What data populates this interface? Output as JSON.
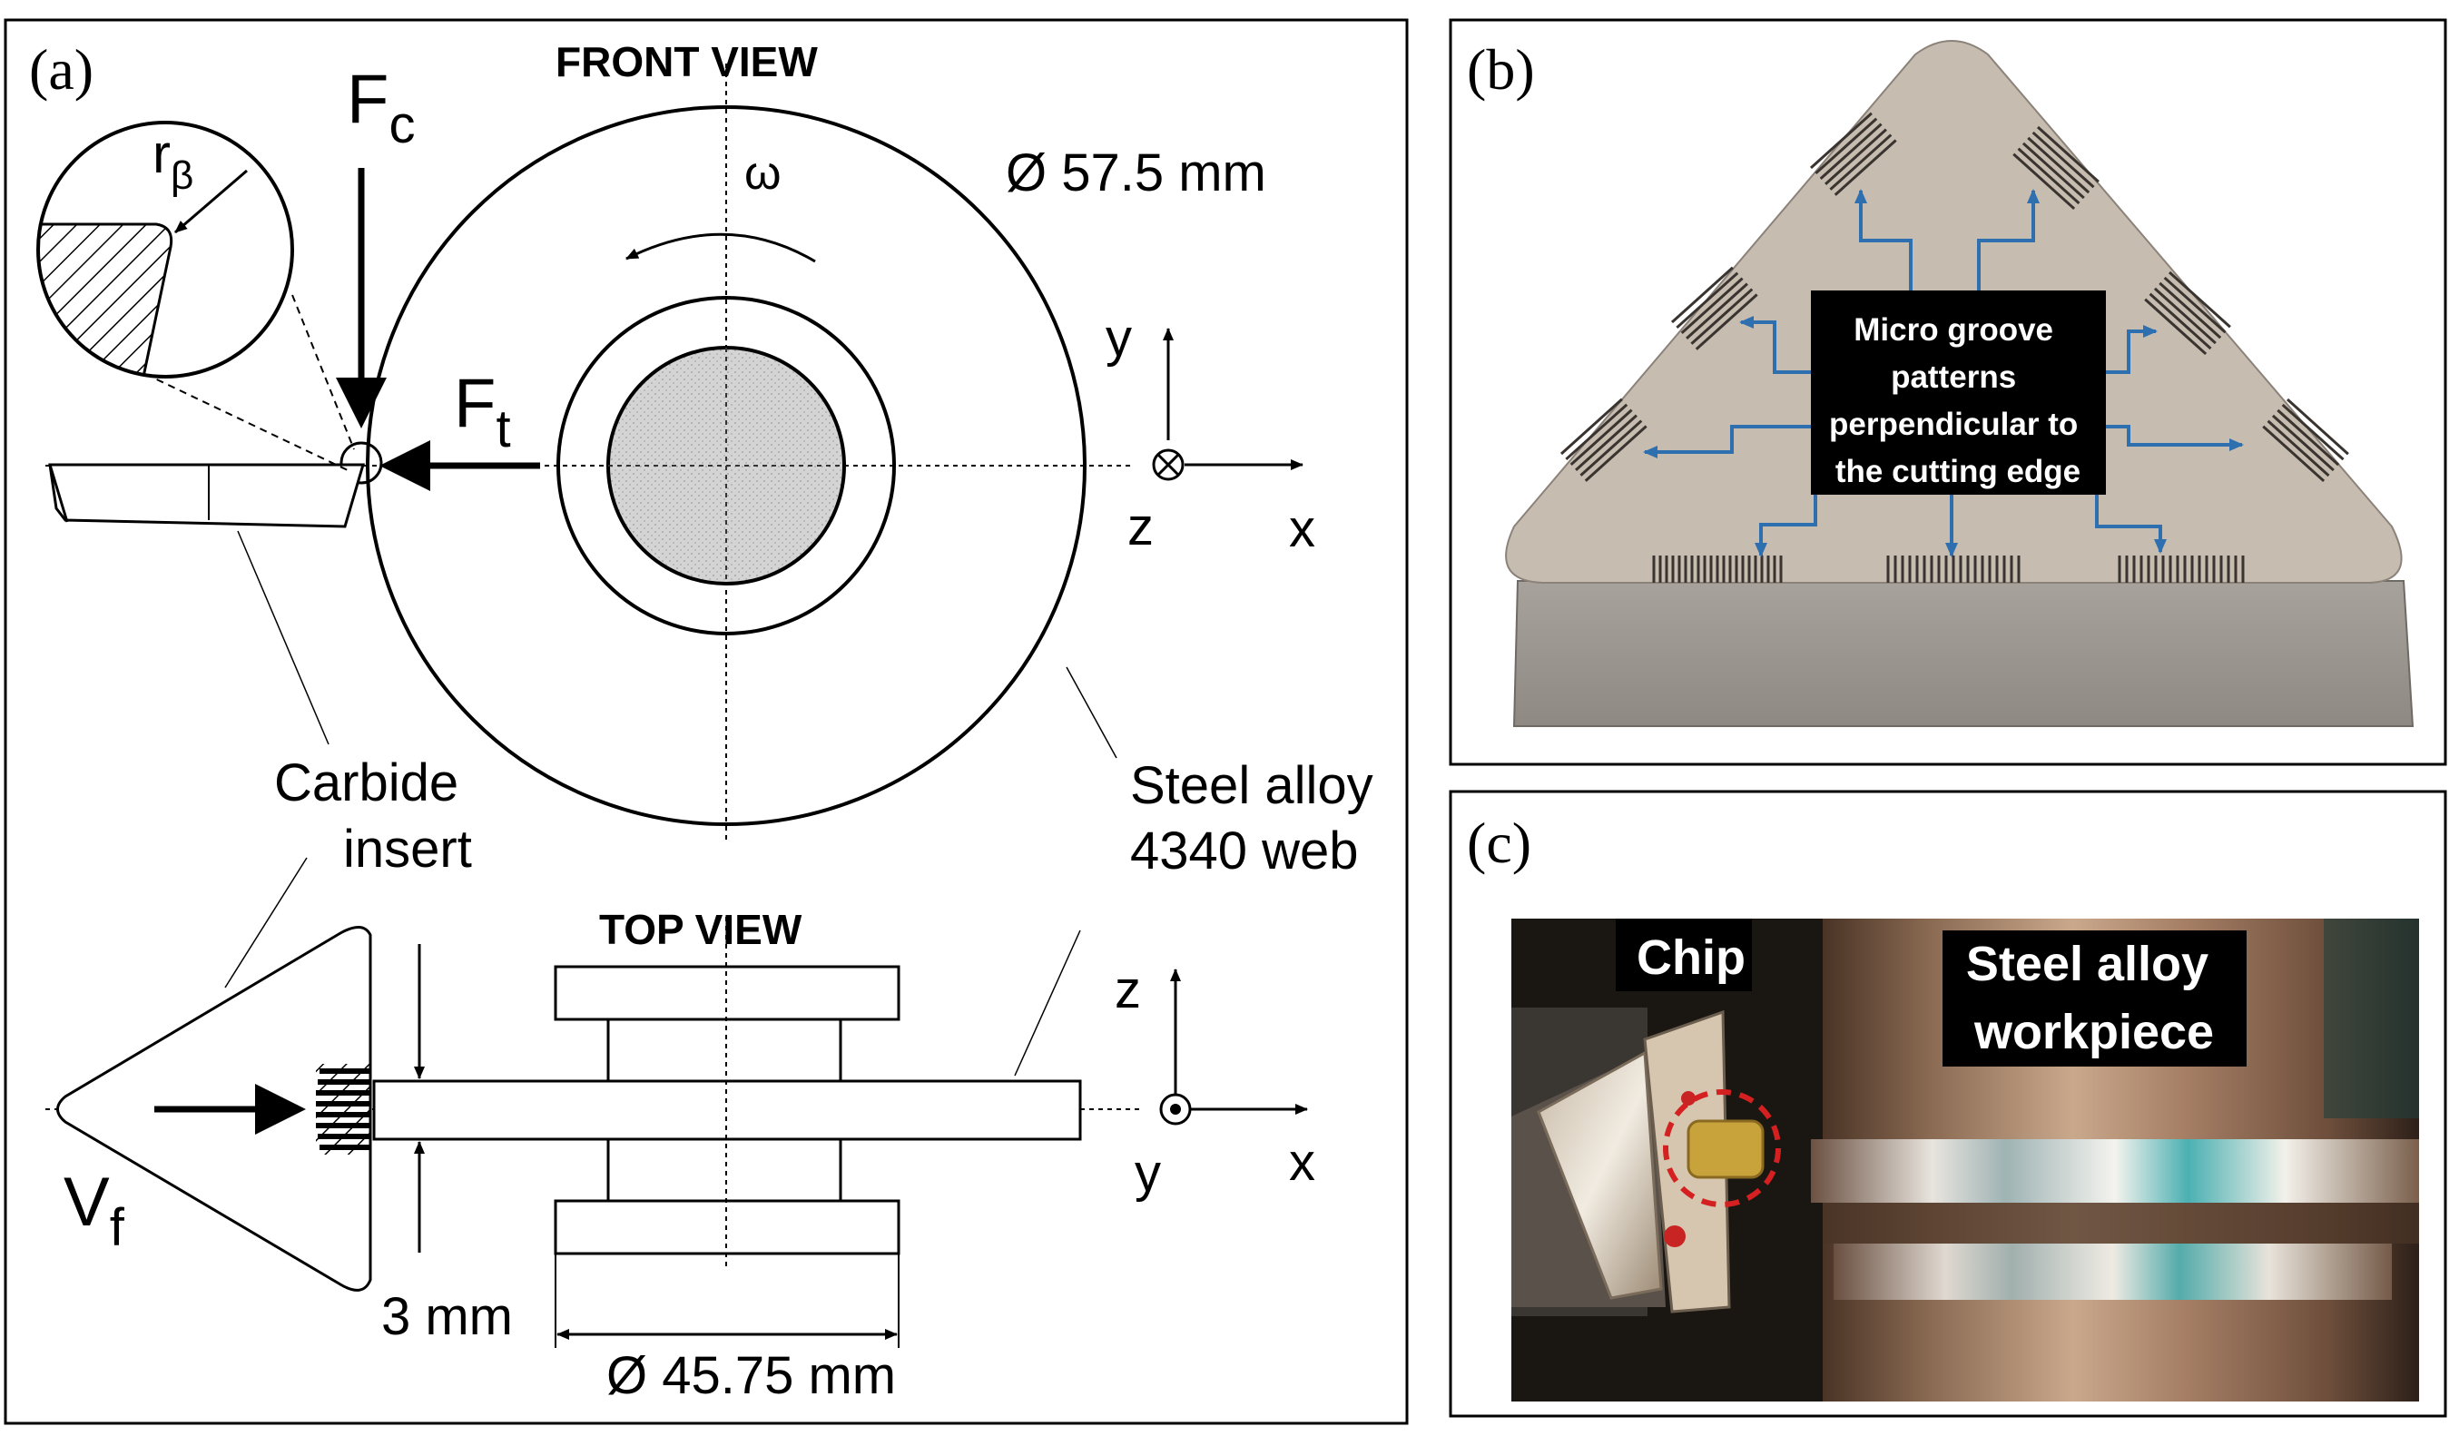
{
  "panel_a": {
    "label": "(a)",
    "front_view_title": "FRONT VIEW",
    "top_view_title": "TOP VIEW",
    "force_c_main": "F",
    "force_c_sub": "c",
    "force_t_main": "F",
    "force_t_sub": "t",
    "radius_main": "r",
    "radius_sub": "β",
    "omega": "ω",
    "outer_diameter": "Ø 57.5 mm",
    "inner_diameter": "Ø 45.75 mm",
    "thickness": "3 mm",
    "feed_main": "V",
    "feed_sub": "f",
    "insert_label_line1": "Carbide",
    "insert_label_line2": "insert",
    "workpiece_label_line1": "Steel alloy",
    "workpiece_label_line2": "4340 web",
    "front_axes": {
      "y": "y",
      "z": "z",
      "x": "x"
    },
    "top_axes": {
      "z": "z",
      "y": "y",
      "x": "x"
    }
  },
  "panel_b": {
    "label": "(b)",
    "callout_lines": [
      "Micro groove",
      "patterns",
      "perpendicular to",
      "the cutting edge"
    ],
    "colors": {
      "insert_face": "#c6bcb0",
      "insert_side": "#9b968f",
      "callout_bg": "#000000",
      "arrow": "#2e6fb0"
    }
  },
  "panel_c": {
    "label": "(c)",
    "chip_label": "Chip",
    "workpiece_line1": "Steel alloy",
    "workpiece_line2": "workpiece",
    "colors": {
      "marker": "#d42020"
    }
  }
}
